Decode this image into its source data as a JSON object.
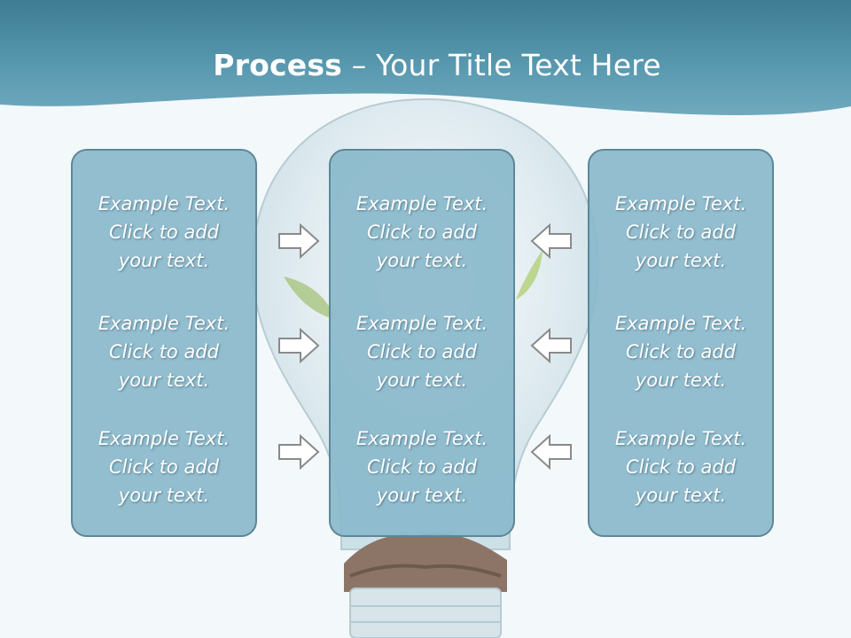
{
  "title": {
    "bold": "Process",
    "rest": " – Your Title Text Here"
  },
  "columns": [
    {
      "items": [
        {
          "line1": "Example Text.",
          "line2": "Click  to add",
          "line3": "your text."
        },
        {
          "line1": "Example Text.",
          "line2": "Click  to add",
          "line3": "your text."
        },
        {
          "line1": "Example Text.",
          "line2": "Click  to add",
          "line3": "your text."
        }
      ]
    },
    {
      "items": [
        {
          "line1": "Example Text.",
          "line2": "Click  to add",
          "line3": "your text."
        },
        {
          "line1": "Example Text.",
          "line2": "Click  to add",
          "line3": "your text."
        },
        {
          "line1": "Example Text.",
          "line2": "Click  to add",
          "line3": "your text."
        }
      ]
    },
    {
      "items": [
        {
          "line1": "Example Text.",
          "line2": "Click  to add",
          "line3": "your text."
        },
        {
          "line1": "Example Text.",
          "line2": "Click  to add",
          "line3": "your text."
        },
        {
          "line1": "Example Text.",
          "line2": "Click  to add",
          "line3": "your text."
        }
      ]
    }
  ],
  "arrows": {
    "left_to_center": [
      "right-arrow-icon",
      "right-arrow-icon",
      "right-arrow-icon"
    ],
    "right_to_center": [
      "left-arrow-icon",
      "left-arrow-icon",
      "left-arrow-icon"
    ]
  },
  "colors": {
    "header": "#4e8ea5",
    "box_fill": "#8ab9cb",
    "box_border": "#5d8797",
    "text": "#ffffff"
  }
}
